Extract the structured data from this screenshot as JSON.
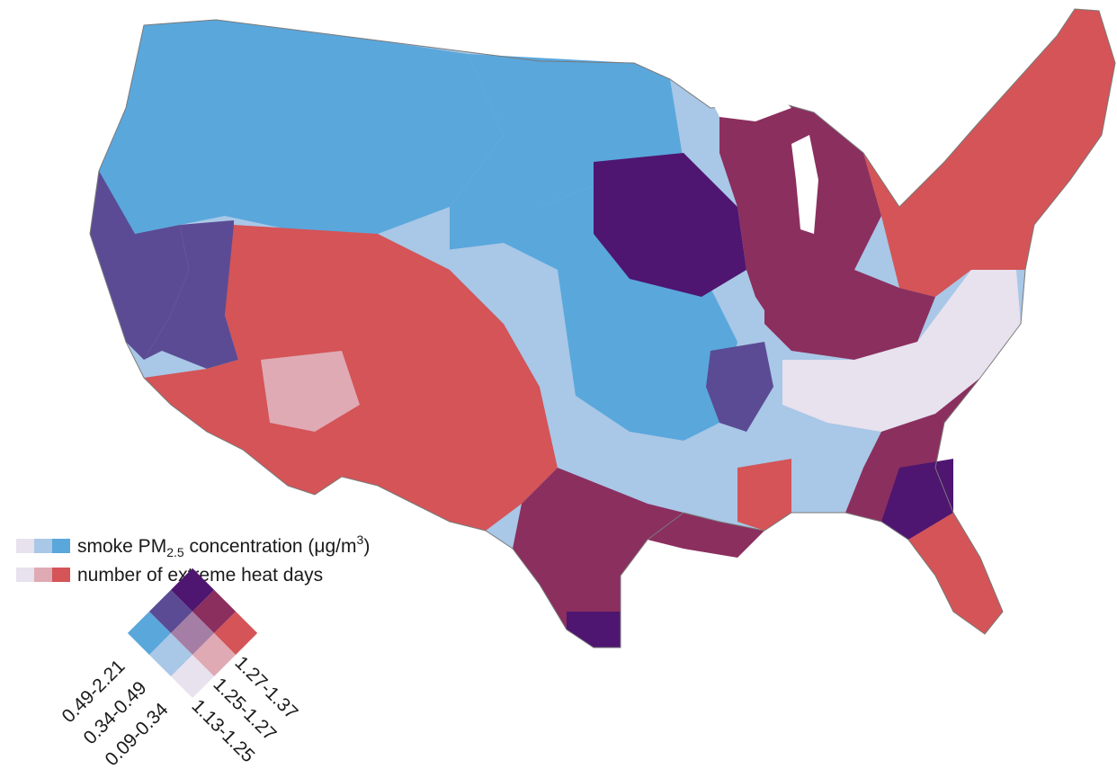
{
  "colors": {
    "c00": "#e8e1ee",
    "c10": "#a9c7e6",
    "c20": "#5aa7dc",
    "c01": "#dfaab4",
    "c11": "#a57ea6",
    "c21": "#5b4b94",
    "c02": "#d45457",
    "c12": "#8b2f5f",
    "c22": "#4e1670",
    "state_border": "#7a7a7a",
    "county_border": "#bcbcbc"
  },
  "legend": {
    "smoke_label_prefix": "smoke PM",
    "smoke_label_sub": "2.5",
    "smoke_label_suffix": " concentration (μg/m",
    "smoke_label_sup": "3",
    "smoke_label_end": ")",
    "heat_label": "number of extreme heat days"
  },
  "bivariate_key": {
    "smoke_classes": [
      "0.09-0.34",
      "0.34-0.49",
      "0.49-2.21"
    ],
    "heat_classes": [
      "1.13-1.25",
      "1.25-1.27",
      "1.27-1.37"
    ]
  }
}
